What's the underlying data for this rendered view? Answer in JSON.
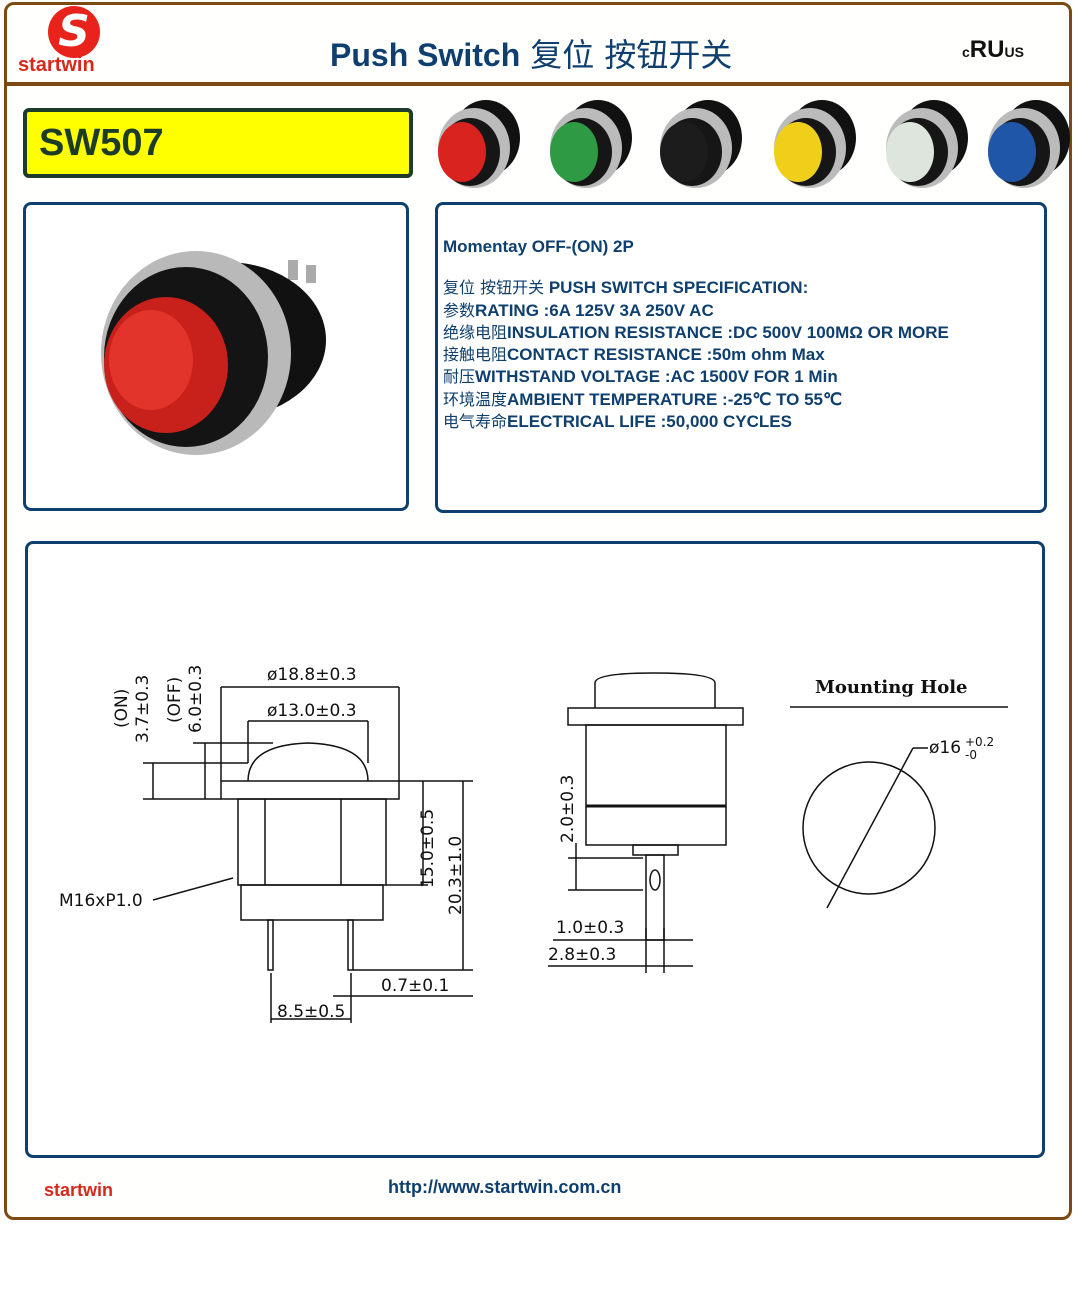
{
  "brand": "startwin",
  "header": {
    "title_en": "Push Switch",
    "title_cn": "复位 按钮开关",
    "cert": "c",
    "cert_mark": "RU",
    "cert_suffix": "US"
  },
  "model": "SW507",
  "thumbnails": [
    {
      "color": "#d8231f"
    },
    {
      "color": "#2f9a44"
    },
    {
      "color": "#1c1c1c"
    },
    {
      "color": "#f0cf1b"
    },
    {
      "color": "#dde5dc"
    },
    {
      "color": "#1f56a8"
    }
  ],
  "product_image": {
    "cap_color": "#d8231f"
  },
  "spec": {
    "type": "Momentay OFF-(ON) 2P",
    "heading_cn": "复位 按钮开关",
    "heading_en": "PUSH SWITCH SPECIFICATION:",
    "rows": [
      {
        "cn": "参数",
        "en": "RATING :6A 125V 3A 250V AC"
      },
      {
        "cn": "绝缘电阻",
        "en": "INSULATION RESISTANCE :DC 500V 100MΩ OR MORE"
      },
      {
        "cn": "接触电阻",
        "en": "CONTACT RESISTANCE :50m ohm Max"
      },
      {
        "cn": "耐压",
        "en": "WITHSTAND VOLTAGE :AC 1500V FOR 1 Min"
      },
      {
        "cn": "环境温度",
        "en": "AMBIENT TEMPERATURE :-25℃ TO 55℃"
      },
      {
        "cn": "电气寿命",
        "en": "ELECTRICAL LIFE :50,000 CYCLES"
      }
    ]
  },
  "drawing": {
    "d_outer": "ø18.8±0.3",
    "d_cap": "ø13.0±0.3",
    "on": "(ON)",
    "on_val": "3.7±0.3",
    "off": "(OFF)",
    "off_val": "6.0±0.3",
    "thread": "M16xP1.0",
    "h_body": "15.0±0.5",
    "h_total": "20.3±1.0",
    "pin_w": "0.7±0.1",
    "pin_pitch": "8.5±0.5",
    "side_h": "2.0±0.3",
    "side_t": "1.0±0.3",
    "side_w": "2.8±0.3",
    "mount_title": "Mounting  Hole",
    "mount_d": "ø16",
    "mount_tol_up": "+0.2",
    "mount_tol_down": "-0"
  },
  "footer": {
    "brand": "startwin",
    "url": "http://www.startwin.com.cn"
  }
}
